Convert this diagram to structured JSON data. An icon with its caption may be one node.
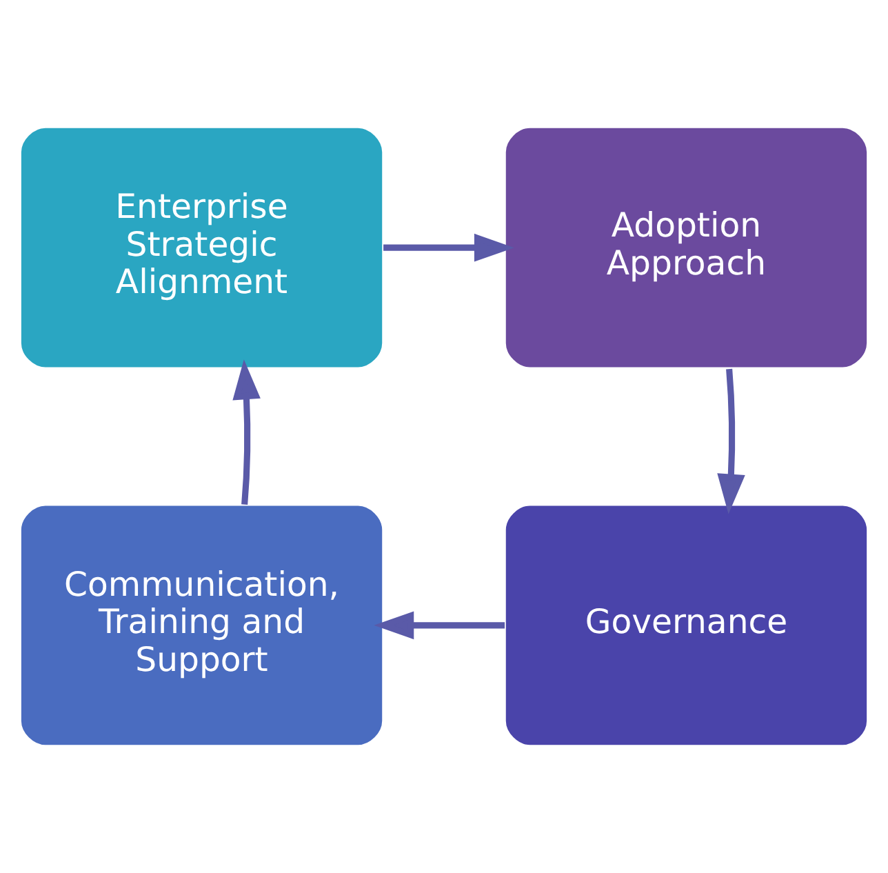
{
  "diagram": {
    "nodes": [
      {
        "text": [
          "Enterprise Strategic Alignment"
        ]
      },
      {
        "text": [
          "Adoption Approach"
        ]
      },
      {
        "text": [
          "Governance"
        ]
      },
      {
        "text": [
          "Communication, Training and Support"
        ]
      }
    ],
    "edges": [
      {
        "from": 0,
        "to": 1,
        "arrow": "to"
      },
      {
        "from": 1,
        "to": 2,
        "arrow": "to"
      },
      {
        "from": 2,
        "to": 3,
        "arrow": "to"
      },
      {
        "from": 3,
        "to": 0,
        "arrow": "to"
      }
    ]
  }
}
